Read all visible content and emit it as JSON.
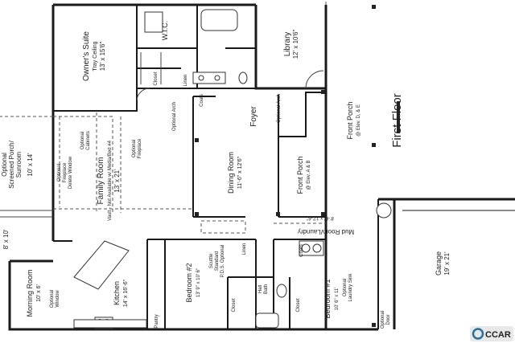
{
  "plan": {
    "first_floor": "First Floor",
    "owners_suite": {
      "name": "Owner's Suite",
      "note": "Tray Ceiling",
      "dims": "13' x 15'6\""
    },
    "wic": "W.I.C.",
    "closet": "Closet",
    "linen": "Linen",
    "coats": "Coats",
    "library": {
      "name": "Library",
      "dims": "12' x 10'6\""
    },
    "foyer": "Foyer",
    "optional_arch_1": "Optional Arch",
    "optional_arch_2": "Optional Arch",
    "front_porch_de": {
      "name": "Front Porch",
      "note": "@ Elev. D, & E"
    },
    "front_porch_ab": {
      "name": "Front Porch",
      "note": "@ Elev. A & B"
    },
    "dining_room": {
      "name": "Dining Room",
      "dims": "11'-6\" x 12'6\""
    },
    "screened_porch": {
      "line1": "Optional",
      "line2": "Screened Porch/",
      "line3": "Sunroom",
      "dims": "10' x 14'"
    },
    "optional_fireplace_delete_window": {
      "line1": "Optional",
      "line2": "Fireplace",
      "line3": "Delete Window"
    },
    "optional_cabinets": {
      "line1": "Optional",
      "line2": "Cabinets"
    },
    "optional_fireplace": {
      "line1": "Optional",
      "line2": "Fireplace"
    },
    "family_room": {
      "name": "Family Room",
      "dims": "13' x 21'"
    },
    "vault_note": "Vault - Not Available w/ Media/Bed #4",
    "dim_8x10": "8' x 10'",
    "morning_room": {
      "name": "Morning Room",
      "dims": "10' x 6'"
    },
    "optional_window": {
      "line1": "Optional",
      "line2": "Window"
    },
    "kitchen": {
      "name": "Kitchen",
      "dims": "14' x 16'-6\""
    },
    "pantry": "Pantry",
    "bedroom2": {
      "name": "Bedroom #2",
      "dims": "13' 9\" x 10' 6\""
    },
    "scuttle": {
      "line1": "Scuttle",
      "line2": "Standard",
      "line3": "P.D.S. Optional"
    },
    "hall_bath": {
      "line1": "Hall",
      "line2": "Bath"
    },
    "bedroom1": {
      "name": "Bedroom #1",
      "dims": "10' 6\" x 11'"
    },
    "mud_room": {
      "name": "Mud Room/Laundry",
      "dims": "8'-6\" x 12'-6\""
    },
    "optional_laundry_sink": {
      "line1": "Optional",
      "line2": "Laundry Sink"
    },
    "garage": {
      "name": "Garage",
      "dims": "19' x 21'"
    },
    "optional_door": {
      "line1": "Optional",
      "line2": "Door"
    },
    "watermark": "CCAR"
  },
  "colors": {
    "watermark_bg": "#e8e8e8",
    "watermark_ring": "#2b6f9e",
    "watermark_text": "#1f1f1f"
  }
}
